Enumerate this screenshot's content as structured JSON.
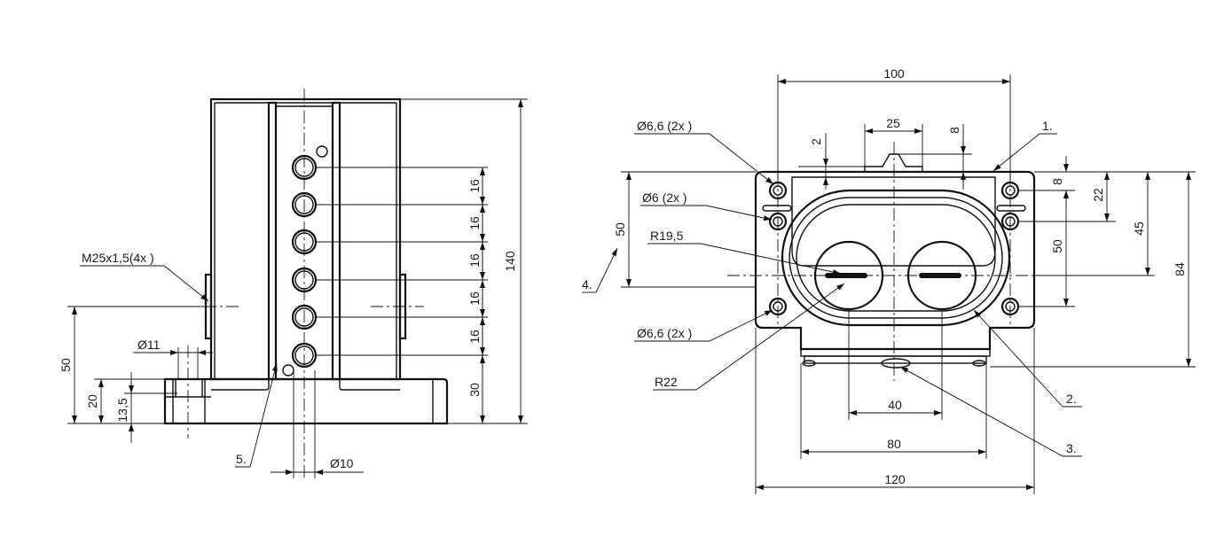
{
  "drawing": {
    "left_view": {
      "dims": {
        "d140": "140",
        "d16a": "16",
        "d16b": "16",
        "d16c": "16",
        "d16d": "16",
        "d16e": "16",
        "d30": "30",
        "d50": "50",
        "d20": "20",
        "d13_5": "13,5",
        "dia11": "Ø11",
        "dia10": "Ø10"
      },
      "callouts": {
        "thread": "M25x1,5(4x )",
        "item5": "5."
      }
    },
    "right_view": {
      "dims": {
        "d100": "100",
        "d25": "25",
        "d2": "2",
        "d8_top": "8",
        "d8_right": "8",
        "d22": "22",
        "d45": "45",
        "d84": "84",
        "d50_right": "50",
        "d50_left": "50",
        "d40": "40",
        "d80": "80",
        "d120": "120"
      },
      "callouts": {
        "holes_top": "Ø6,6 (2x )",
        "holes_mid": "Ø6 (2x )",
        "radius_inner": "R19,5",
        "holes_bottom": "Ø6,6 (2x )",
        "radius_outer": "R22",
        "item1": "1.",
        "item2": "2.",
        "item3": "3.",
        "item4": "4."
      }
    }
  }
}
